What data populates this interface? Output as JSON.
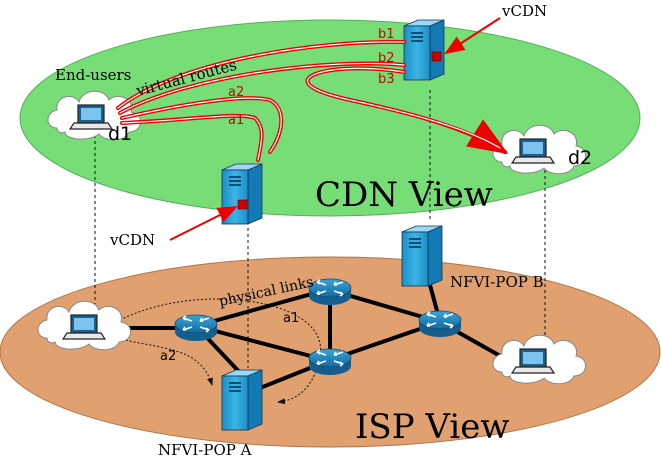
{
  "layers": {
    "cdn_view": "CDN View",
    "isp_view": "ISP View"
  },
  "labels": {
    "end_users": "End-users",
    "virtual_routes": "virtual routes",
    "physical_links": "physical links",
    "vcdn_top": "vCDN",
    "vcdn_left": "vCDN",
    "nfvi_pop_a": "NFVI-POP A",
    "nfvi_pop_b": "NFVI-POP B",
    "d1": "d1",
    "d2": "d2",
    "a1_top": "a1",
    "a2_top": "a2",
    "b1": "b1",
    "b2": "b2",
    "b3": "b3",
    "a1_bottom": "a1",
    "a2_bottom": "a2"
  },
  "colors": {
    "cdn_layer": "#77dd77",
    "isp_layer": "#e0a070",
    "route": "#ee0000",
    "server": "#29a8df",
    "router": "#1e86c0",
    "label_red": "#cc0000"
  },
  "icons": [
    "laptop-icon",
    "cloud-icon",
    "server-icon",
    "router-icon"
  ]
}
